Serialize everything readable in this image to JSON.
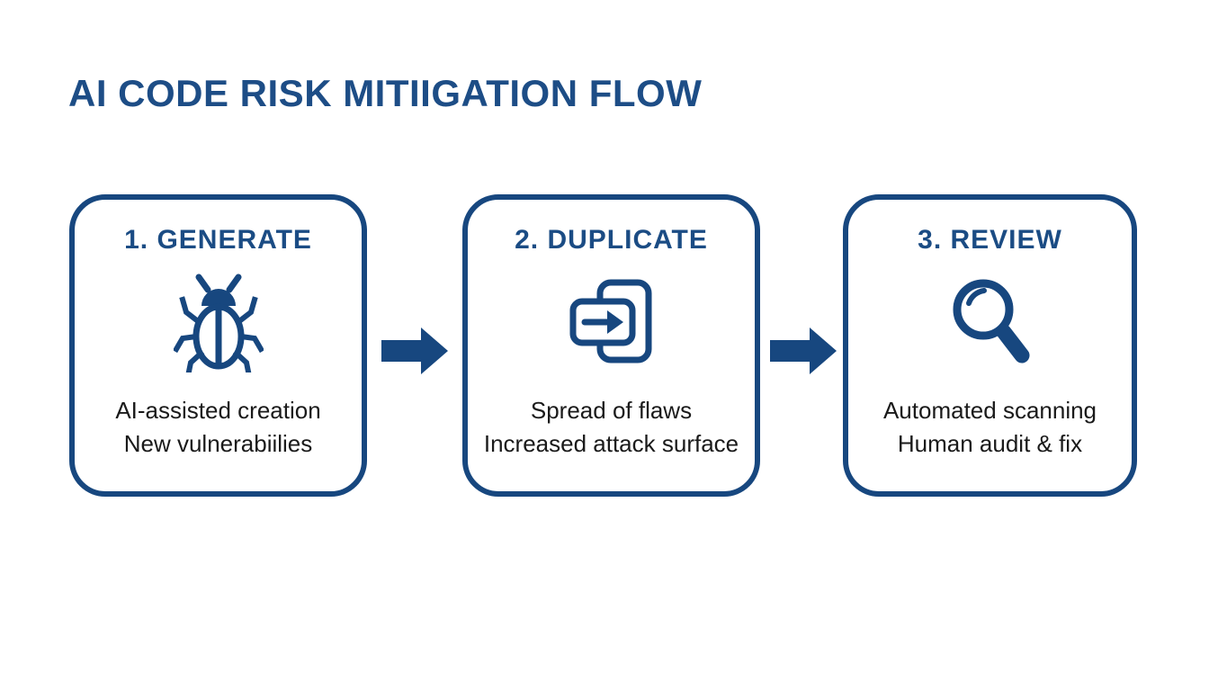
{
  "page": {
    "title": "AI CODE RISK MITIIGATION FLOW"
  },
  "colors": {
    "accent_blue": "#17477f",
    "title_blue": "#1d4d86",
    "body_text": "#1a1a1a",
    "background": "#ffffff"
  },
  "steps": [
    {
      "heading": "1. GENERATE",
      "icon": "bug-icon",
      "lines": [
        "AI-assisted creation",
        "New vulnerabiilies"
      ]
    },
    {
      "heading": "2. DUPLICATE",
      "icon": "duplicate-icon",
      "lines": [
        "Spread of flaws",
        "Increased attack surface"
      ]
    },
    {
      "heading": "3. REVIEW",
      "icon": "magnifier-icon",
      "lines": [
        "Automated scanning",
        "Human audit & fix"
      ]
    }
  ],
  "connectors": [
    {
      "icon": "arrow-right-icon"
    },
    {
      "icon": "arrow-right-icon"
    }
  ]
}
